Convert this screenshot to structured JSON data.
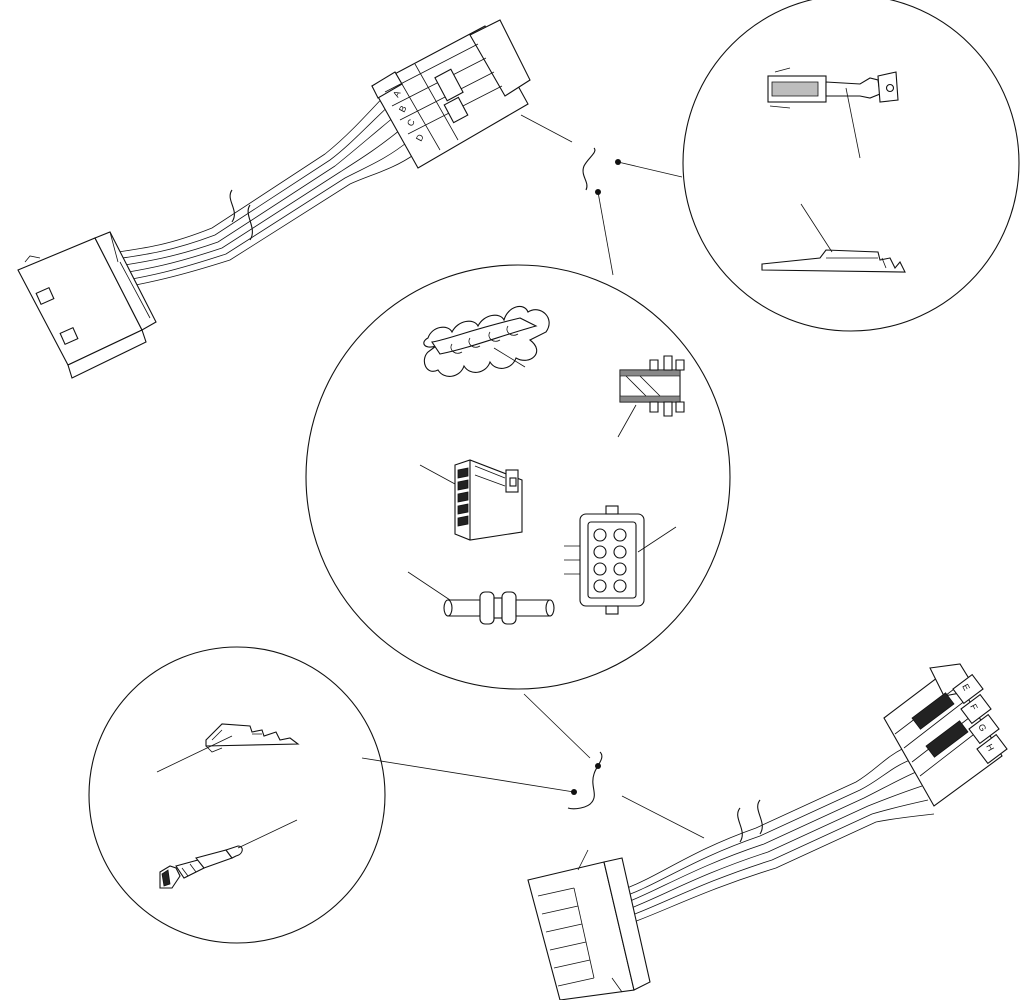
{
  "harness_1": {
    "cavity_labels": [
      "A",
      "B",
      "C",
      "D"
    ]
  },
  "harness_2": {
    "cavity_labels": [
      "E",
      "F",
      "G",
      "H"
    ]
  }
}
